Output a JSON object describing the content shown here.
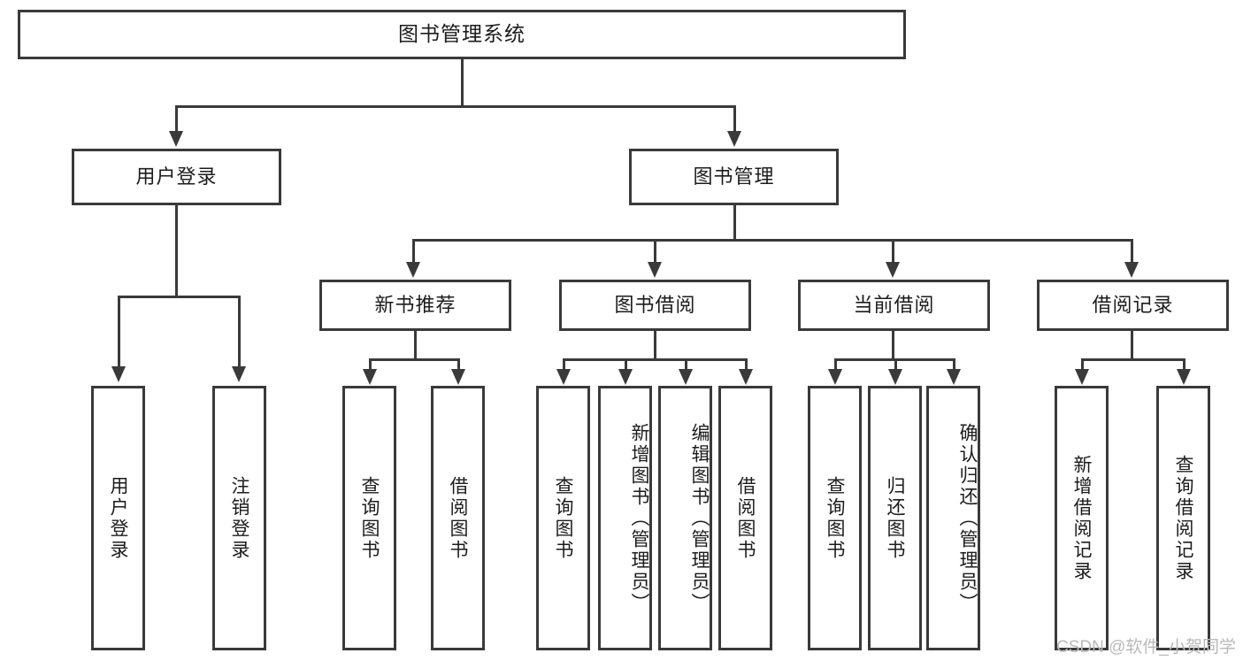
{
  "diagram": {
    "title": "图书管理系统",
    "watermark": "CSDN @软件_小贺同学",
    "line_color": "#3a3a3a",
    "box_fill": "#ffffff",
    "text_color": "#1c1c1c",
    "watermark_color": "#b9b9b9"
  },
  "nodes": {
    "root": "图书管理系统",
    "level1": [
      {
        "label": "用户登录"
      },
      {
        "label": "图书管理"
      }
    ],
    "level2": [
      {
        "label": "新书推荐"
      },
      {
        "label": "图书借阅"
      },
      {
        "label": "当前借阅"
      },
      {
        "label": "借阅记录"
      }
    ],
    "leaves": {
      "user_login": [
        {
          "label": "用户登录"
        },
        {
          "label": "注销登录"
        }
      ],
      "new_book": [
        {
          "label": "查询图书"
        },
        {
          "label": "借阅图书"
        }
      ],
      "book_borrow": [
        {
          "label": "查询图书"
        },
        {
          "label": "新增图书（管理员）"
        },
        {
          "label": "编辑图书（管理员）"
        },
        {
          "label": "借阅图书"
        }
      ],
      "current_borrow": [
        {
          "label": "查询图书"
        },
        {
          "label": "归还图书"
        },
        {
          "label": "确认归还（管理员）"
        }
      ],
      "borrow_record": [
        {
          "label": "新增借阅记录"
        },
        {
          "label": "查询借阅记录"
        }
      ]
    }
  },
  "chart_data": {
    "type": "table",
    "title": "图书管理系统 功能结构图",
    "hierarchy": [
      {
        "name": "图书管理系统",
        "children": [
          {
            "name": "用户登录",
            "children": [
              {
                "name": "用户登录"
              },
              {
                "name": "注销登录"
              }
            ]
          },
          {
            "name": "图书管理",
            "children": [
              {
                "name": "新书推荐",
                "children": [
                  {
                    "name": "查询图书"
                  },
                  {
                    "name": "借阅图书"
                  }
                ]
              },
              {
                "name": "图书借阅",
                "children": [
                  {
                    "name": "查询图书"
                  },
                  {
                    "name": "新增图书（管理员）"
                  },
                  {
                    "name": "编辑图书（管理员）"
                  },
                  {
                    "name": "借阅图书"
                  }
                ]
              },
              {
                "name": "当前借阅",
                "children": [
                  {
                    "name": "查询图书"
                  },
                  {
                    "name": "归还图书"
                  },
                  {
                    "name": "确认归还（管理员）"
                  }
                ]
              },
              {
                "name": "借阅记录",
                "children": [
                  {
                    "name": "新增借阅记录"
                  },
                  {
                    "name": "查询借阅记录"
                  }
                ]
              }
            ]
          }
        ]
      }
    ]
  }
}
